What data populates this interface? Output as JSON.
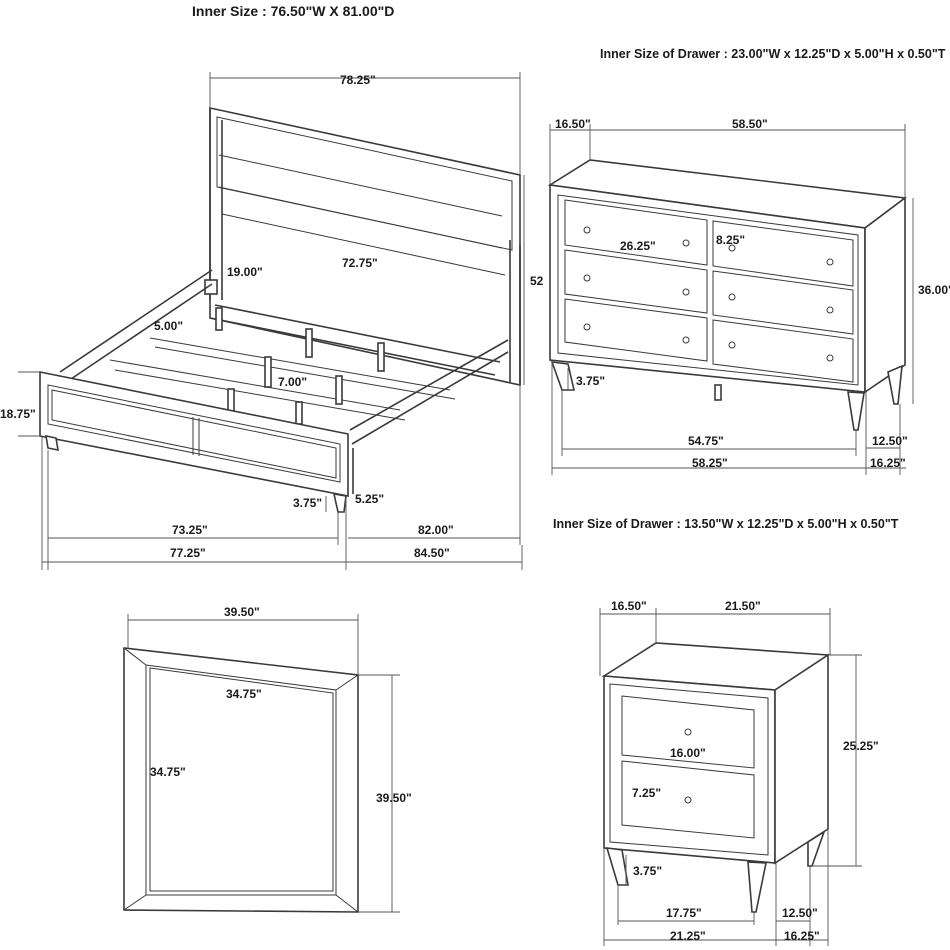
{
  "bed": {
    "inner_size": "Inner Size : 76.50\"W X 81.00\"D",
    "overall_width": "78.25\"",
    "headboard_inner_width": "72.75\"",
    "headboard_height": "52",
    "post_height": "19.00\"",
    "rail_height": "5.00\"",
    "slat_gap": "7.00\"",
    "footboard_height": "18.75\"",
    "leg_height": "3.75\"",
    "foot_leg": "5.25\"",
    "inner_length_a": "73.25\"",
    "inner_length_b": "82.00\"",
    "overall_width_bottom": "77.25\"",
    "overall_length": "84.50\""
  },
  "dresser": {
    "drawer_inner_size": "Inner Size of Drawer : 23.00\"W x 12.25\"D x 5.00\"H x 0.50\"T",
    "depth": "16.50\"",
    "width_top": "58.50\"",
    "drawer_width": "26.25\"",
    "drawer_height": "8.25\"",
    "height": "36.00\"",
    "leg_height": "3.75\"",
    "inner_width": "54.75\"",
    "width_bottom": "58.25\"",
    "leg_depth": "12.50\"",
    "depth_bottom": "16.25\""
  },
  "mirror": {
    "width": "39.50\"",
    "inner_width": "34.75\"",
    "inner_height": "34.75\"",
    "height": "39.50\""
  },
  "nightstand": {
    "drawer_inner_size": "Inner Size of Drawer : 13.50\"W x 12.25\"D x 5.00\"H x 0.50\"T",
    "depth": "16.50\"",
    "width_top": "21.50\"",
    "height": "25.25\"",
    "drawer_width": "16.00\"",
    "drawer_height": "7.25\"",
    "leg_height": "3.75\"",
    "inner_width": "17.75\"",
    "leg_depth": "12.50\"",
    "width_bottom": "21.25\"",
    "depth_bottom": "16.25\""
  }
}
